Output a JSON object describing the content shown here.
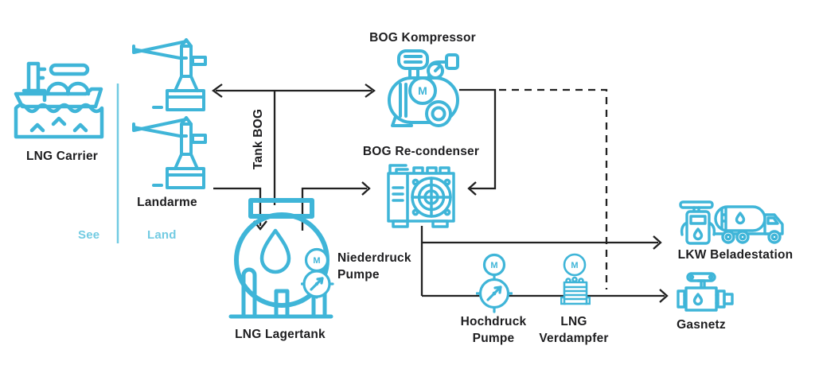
{
  "diagram": {
    "labels": {
      "lng_carrier": "LNG Carrier",
      "landarme": "Landarme",
      "see": "See",
      "land": "Land",
      "tank_bog": "Tank BOG",
      "bog_kompressor": "BOG Kompressor",
      "bog_recondenser": "BOG Re-condenser",
      "lng_lagertank": "LNG Lagertank",
      "niederdruck_line1": "Niederdruck",
      "niederdruck_line2": "Pumpe",
      "hochdruck_line1": "Hochdruck",
      "hochdruck_line2": "Pumpe",
      "verdampfer_line1": "LNG",
      "verdampfer_line2": "Verdampfer",
      "lkw_beladestation": "LKW Beladestation",
      "gasnetz": "Gasnetz",
      "motor": "M"
    },
    "colors": {
      "icon": "#3fb5d8",
      "zone_text": "#72cbe2",
      "line": "#212121",
      "text": "#1d1d1f"
    }
  }
}
